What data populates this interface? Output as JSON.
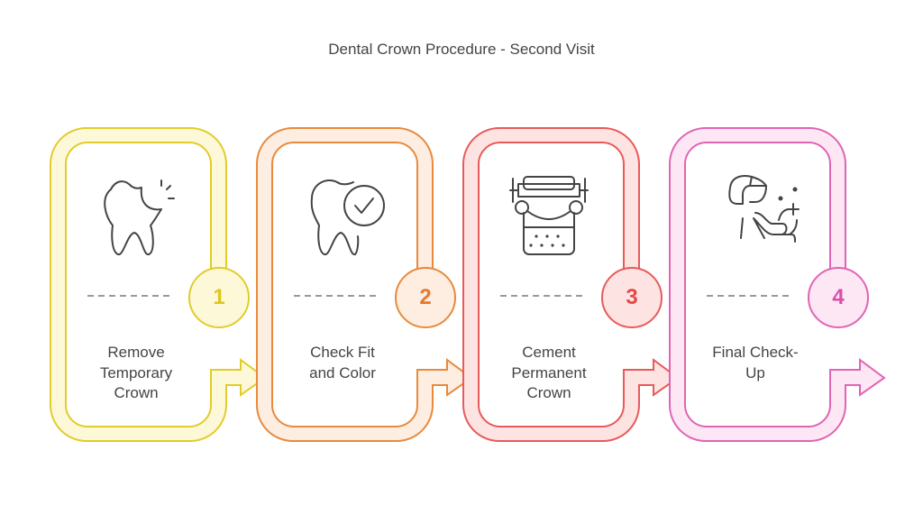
{
  "title": "Dental Crown Procedure - Second Visit",
  "steps": [
    {
      "number": "1",
      "label": "Remove Temporary Crown",
      "lines": [
        "Remove",
        "Temporary",
        "Crown"
      ],
      "icon": "broken-tooth-icon",
      "stroke": "#e2cc2a",
      "fill": "#fdf8d8",
      "text_color": "#e0c51c"
    },
    {
      "number": "2",
      "label": "Check Fit and Color",
      "lines": [
        "Check Fit",
        "and Color"
      ],
      "icon": "tooth-check-icon",
      "stroke": "#e88a3c",
      "fill": "#fdeee1",
      "text_color": "#e8782e"
    },
    {
      "number": "3",
      "label": "Cement Permanent Crown",
      "lines": [
        "Cement",
        "Permanent",
        "Crown"
      ],
      "icon": "dental-clamp-icon",
      "stroke": "#e85a5a",
      "fill": "#fde4e2",
      "text_color": "#e64848"
    },
    {
      "number": "4",
      "label": "Final Check-Up",
      "lines": [
        "Final Check-",
        "Up"
      ],
      "icon": "dentist-examination-icon",
      "stroke": "#e064b4",
      "fill": "#fde7f4",
      "text_color": "#d94fa8"
    }
  ]
}
